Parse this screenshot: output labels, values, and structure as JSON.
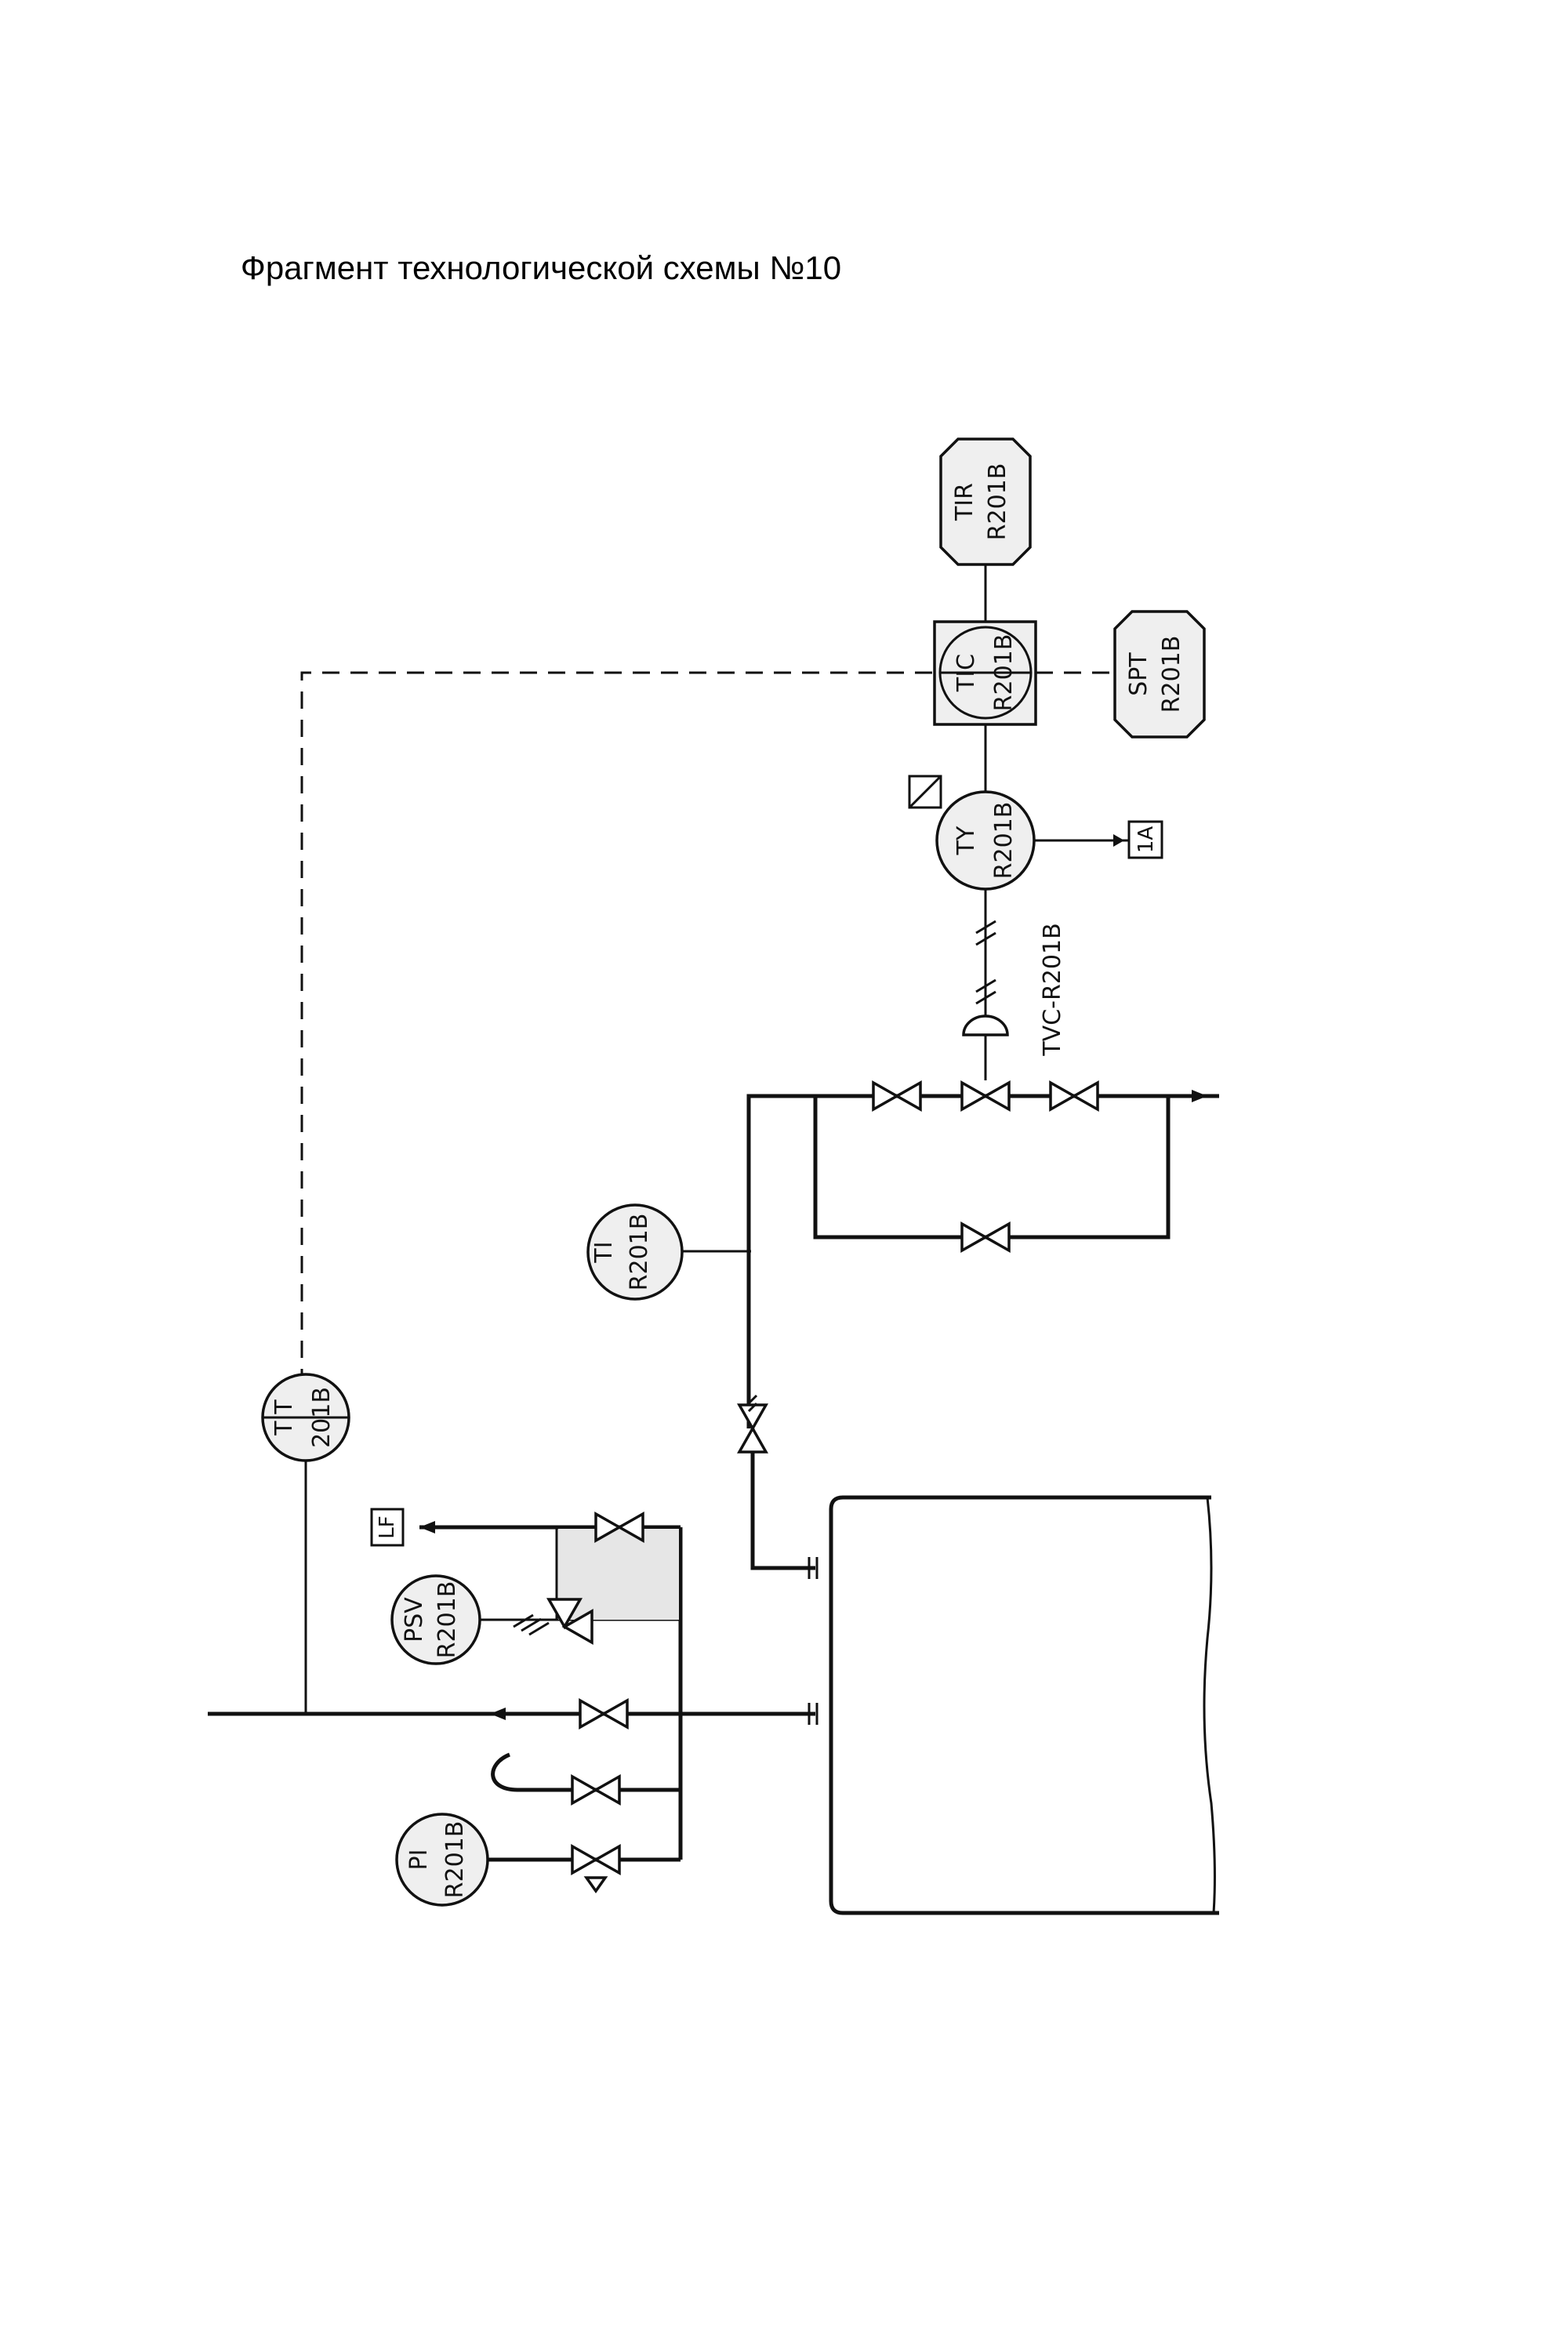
{
  "title": "Фрагмент технологической схемы №10",
  "instruments": [
    {
      "id": "tir",
      "lines": [
        "TIR",
        "R201B"
      ],
      "shape": "hexagon"
    },
    {
      "id": "tic",
      "lines": [
        "TIC",
        "R201B"
      ],
      "shape": "square-circle"
    },
    {
      "id": "spt",
      "lines": [
        "SPT",
        "R201B"
      ],
      "shape": "hexagon"
    },
    {
      "id": "ty",
      "lines": [
        "TY",
        "R201B"
      ],
      "shape": "circle"
    },
    {
      "id": "ti",
      "lines": [
        "TI",
        "R201B"
      ],
      "shape": "circle"
    },
    {
      "id": "tit",
      "lines": [
        "TIT",
        "201B"
      ],
      "shape": "circle"
    },
    {
      "id": "psv",
      "lines": [
        "PSV",
        "R201B"
      ],
      "shape": "circle"
    },
    {
      "id": "pi",
      "lines": [
        "PI",
        "R201B"
      ],
      "shape": "circle"
    }
  ],
  "boxes": [
    {
      "id": "ia",
      "label": "1A"
    },
    {
      "id": "lf",
      "label": "LF"
    }
  ],
  "control_valve_label": "TVC-R201B",
  "colors": {
    "line": "#111111",
    "instrument_fill": "#efefef",
    "background": "#ffffff"
  }
}
